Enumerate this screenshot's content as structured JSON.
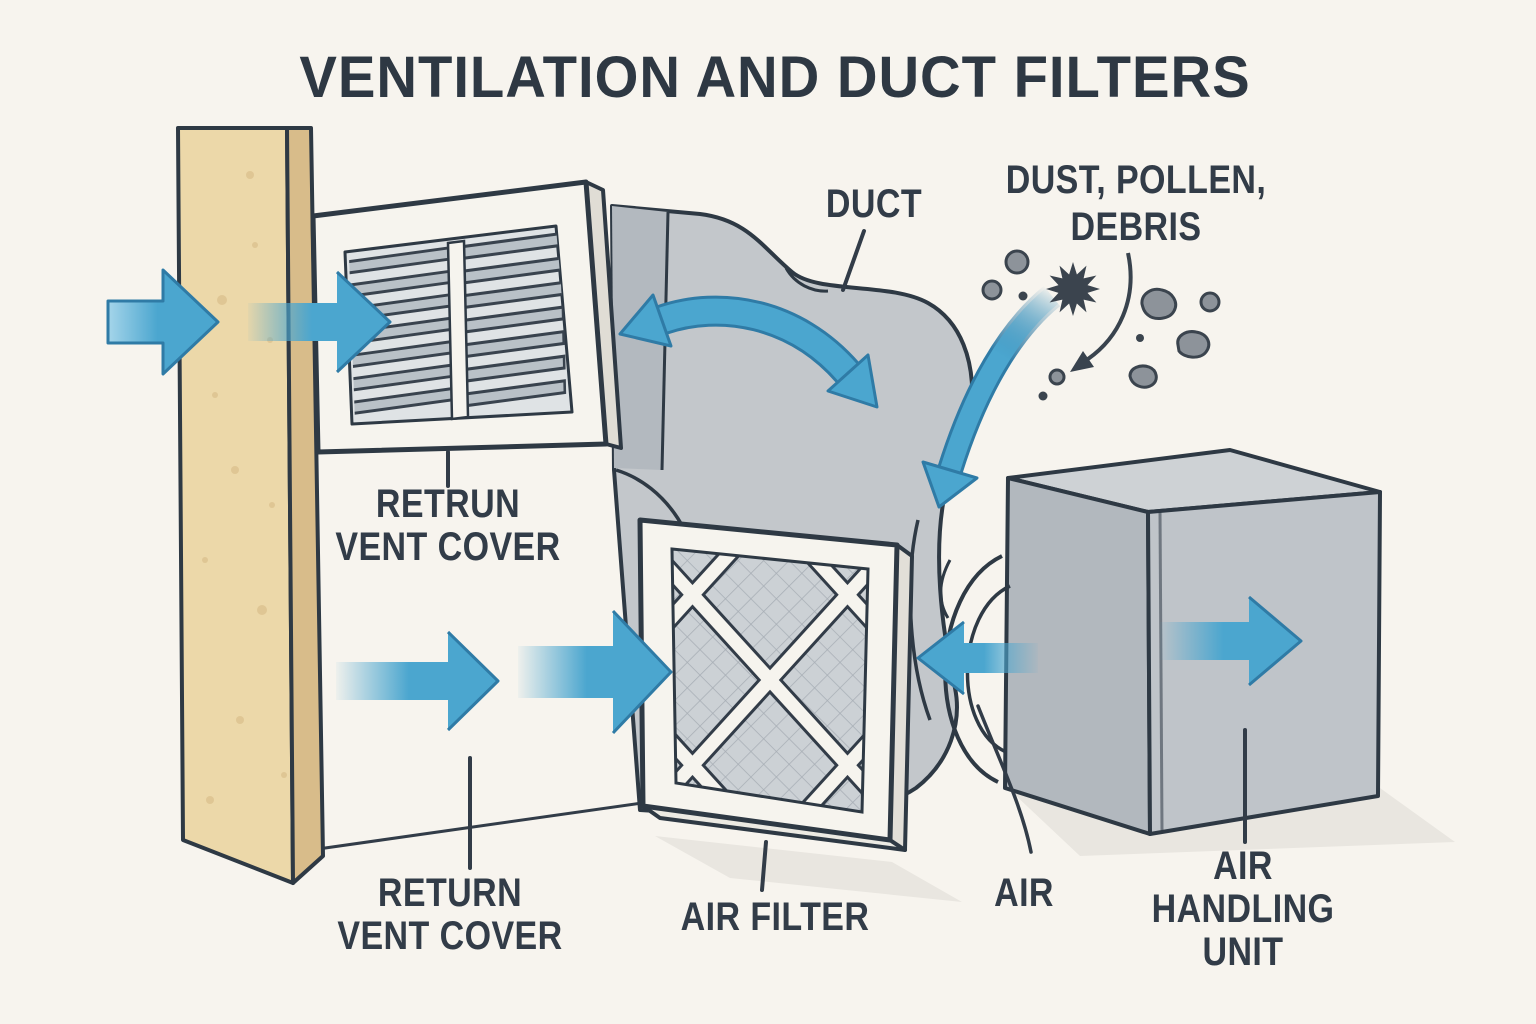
{
  "title": "VENTILATION AND DUCT FILTERS",
  "labels": {
    "vent_top": {
      "line1": "RETRUN",
      "line2": "VENT COVER"
    },
    "vent_bottom": {
      "line1": "RETURN",
      "line2": "VENT COVER"
    },
    "duct": "DUCT",
    "dust": {
      "line1": "DUST, POLLEN,",
      "line2": "DEBRIS"
    },
    "air_filter": "AIR FILTER",
    "air": "AIR",
    "ahu": {
      "line1": "AIR",
      "line2": "HANDLING",
      "line3": "UNIT"
    }
  },
  "colors": {
    "background": "#f7f4ee",
    "outline": "#323c48",
    "text": "#323c48",
    "arrow_blue": "#4ba6cf",
    "arrow_blue_dark": "#2f7ba6",
    "wall_tan": "#ecd8a9",
    "wall_tan_edge": "#d8bc8a",
    "duct_gray": "#c3c7cb",
    "duct_gray_dark": "#b3b9bf",
    "unit_gray_front": "#bfc4c9",
    "unit_gray_left": "#b2b8be",
    "unit_gray_top": "#ced2d5",
    "frame_white": "#f6f4ee",
    "recess_gray": "#dfe3e5",
    "mesh_gray": "#ccd1d5",
    "shadow": "#e9e6e0",
    "particle_gray": "#8d939a",
    "particle_dark": "#3b444e"
  }
}
